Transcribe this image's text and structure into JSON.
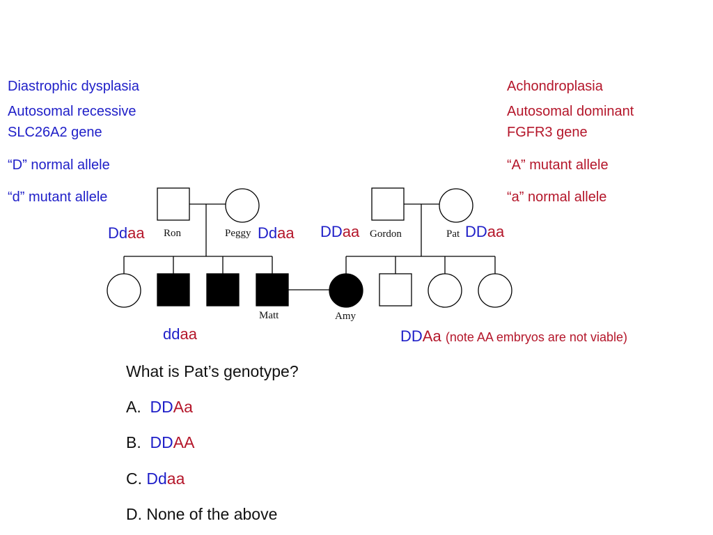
{
  "colors": {
    "recessive": "#1F1FC8",
    "dominant": "#B4162A",
    "text": "#111111"
  },
  "left_panel": {
    "title": "Diastrophic dysplasia",
    "inheritance": "Autosomal recessive",
    "gene": "SLC26A2 gene",
    "allele_normal": "“D” normal allele",
    "allele_mutant": "“d” mutant allele"
  },
  "right_panel": {
    "title": "Achondroplasia",
    "inheritance": "Autosomal dominant",
    "gene": "FGFR3 gene",
    "allele_mutant": "“A” mutant allele",
    "allele_normal": "“a” normal allele"
  },
  "pedigree": {
    "names": {
      "ron": "Ron",
      "peggy": "Peggy",
      "gordon": "Gordon",
      "pat": "Pat",
      "matt": "Matt",
      "amy": "Amy"
    },
    "genotypes": {
      "ron": {
        "d": "Dd",
        "a": "aa"
      },
      "peggy": {
        "d": "Dd",
        "a": "aa"
      },
      "gordon": {
        "d": "DD",
        "a": "aa"
      },
      "pat": {
        "d": "DD",
        "a": "aa"
      },
      "matt": {
        "d": "dd",
        "a": "aa"
      },
      "amy": {
        "d": "DD",
        "a": "Aa"
      }
    },
    "amy_note": "(note AA embryos are not viable)"
  },
  "question": {
    "prompt": "What is Pat’s genotype?",
    "options": [
      {
        "prefix": "A.",
        "d": "DD",
        "a": "Aa",
        "text": ""
      },
      {
        "prefix": "B.",
        "d": "DD",
        "a": "AA",
        "text": ""
      },
      {
        "prefix": "C.",
        "d": "Dd",
        "a": "aa",
        "text": ""
      },
      {
        "prefix": "D.",
        "d": "",
        "a": "",
        "text": "None of the above"
      }
    ]
  }
}
